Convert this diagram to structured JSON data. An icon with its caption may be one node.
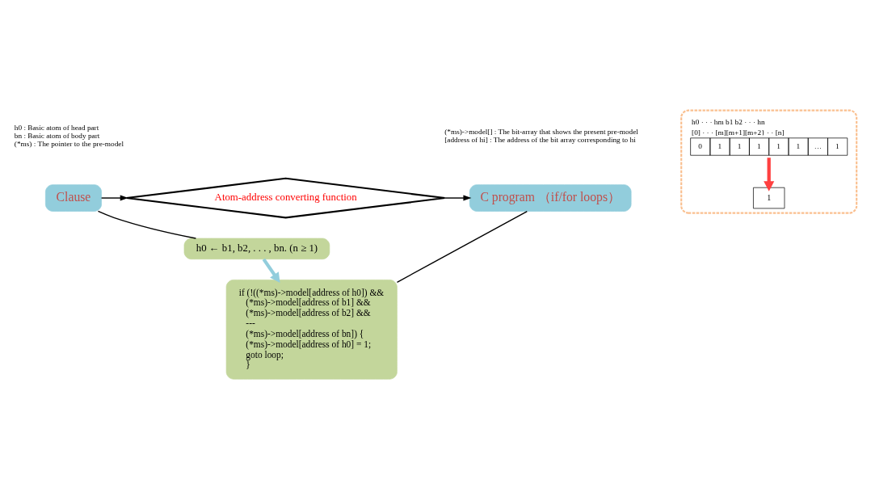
{
  "diagram": {
    "nodes": [
      {
        "text": [
          "Clause"
        ]
      },
      {
        "text": [
          "Atom-address converting function"
        ]
      },
      {
        "text": [
          "C program （if/for loops）"
        ]
      },
      {
        "text": [
          "h0 ← b1, b2, . . . , bn. (n ≥ 1)"
        ]
      },
      {
        "text": [
          "if (!((*ms)->model[address of h0]) &&",
          "(*ms)->model[address of b1] &&",
          "(*ms)->model[address of b2] &&",
          "---",
          "(*ms)->model[address of bn]) {",
          "(*ms)->model[address of h0] = 1;",
          "goto loop;",
          "}"
        ]
      },
      {
        "text": [],
        "shape": "box"
      },
      {
        "text": [
          "0",
          "1",
          "1",
          "1",
          "1",
          "1",
          "…",
          "1"
        ],
        "in": 5,
        "beside": [
          "h0 · · · hm b1 b2 · · · hn",
          "[0] · · · [m][m+1][m+2} · · [n]"
        ]
      },
      {
        "text": [
          "1"
        ],
        "in": 5
      }
    ],
    "edges": [
      {
        "from": 0,
        "to": 1,
        "arrow": "to"
      },
      {
        "from": 1,
        "to": 2,
        "arrow": "to"
      },
      {
        "from": 0,
        "to": 3,
        "arrow": "none"
      },
      {
        "from": 2,
        "to": 4,
        "arrow": "none"
      },
      {
        "from": 3,
        "to": 4,
        "arrow": "to",
        "style": "thick",
        "color": "#92cddc"
      },
      {
        "from": 6,
        "to": 7,
        "arrow": "to",
        "style": "thick",
        "color": "#ff4040"
      }
    ],
    "labels": [
      "h0 : Basic atom of head part",
      "bn : Basic atom of body part",
      "(*ms) : The pointer to the pre-model",
      "(*ms)->model[] : The bit-array that shows the present pre-model",
      "[address of hi] : The address of the bit array corresponding to hi"
    ]
  }
}
